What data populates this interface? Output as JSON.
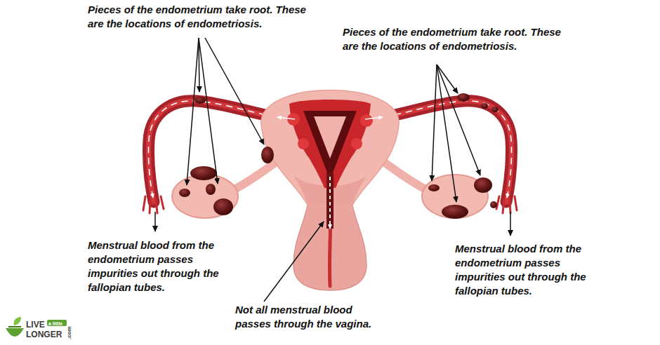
{
  "diagram": {
    "labels": [
      "Pieces of the endometrium take root. These are the locations of endometriosis.",
      "Pieces of the endometrium take root. These are the locations of endometriosis.",
      "Menstrual blood from the endometrium passes impurities out through the fallopian tubes.",
      "Menstrual blood from the endometrium passes impurities out through the fallopian tubes.",
      "Not all menstrual blood passes through the vagina.",
      "LIVE",
      "a little",
      "LONGER",
      ".com"
    ]
  }
}
